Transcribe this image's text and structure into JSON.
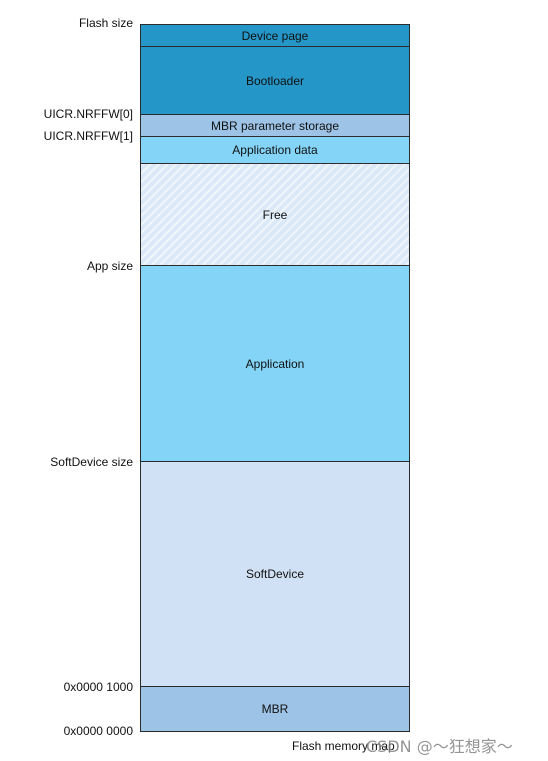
{
  "diagram": {
    "caption": "Flash memory map",
    "watermark": "CSDN @～狂想家～",
    "regions": [
      {
        "label": "Device page",
        "color": "#2596c8"
      },
      {
        "label": "Bootloader",
        "color": "#2596c8"
      },
      {
        "label": "MBR parameter storage",
        "color": "#9dc3e6"
      },
      {
        "label": "Application data",
        "color": "#83d4f7"
      },
      {
        "label": "Free",
        "color": "#dbe8f7"
      },
      {
        "label": "Application",
        "color": "#83d4f7"
      },
      {
        "label": "SoftDevice",
        "color": "#d1e1f5"
      },
      {
        "label": "MBR",
        "color": "#9dc3e6"
      }
    ],
    "addresses": {
      "flash_size": "Flash size",
      "uicr_nrffw0": "UICR.NRFFW[0]",
      "uicr_nrffw1": "UICR.NRFFW[1]",
      "app_size": "App size",
      "softdevice_size": "SoftDevice size",
      "addr_1000": "0x0000 1000",
      "addr_0000": "0x0000 0000"
    }
  }
}
